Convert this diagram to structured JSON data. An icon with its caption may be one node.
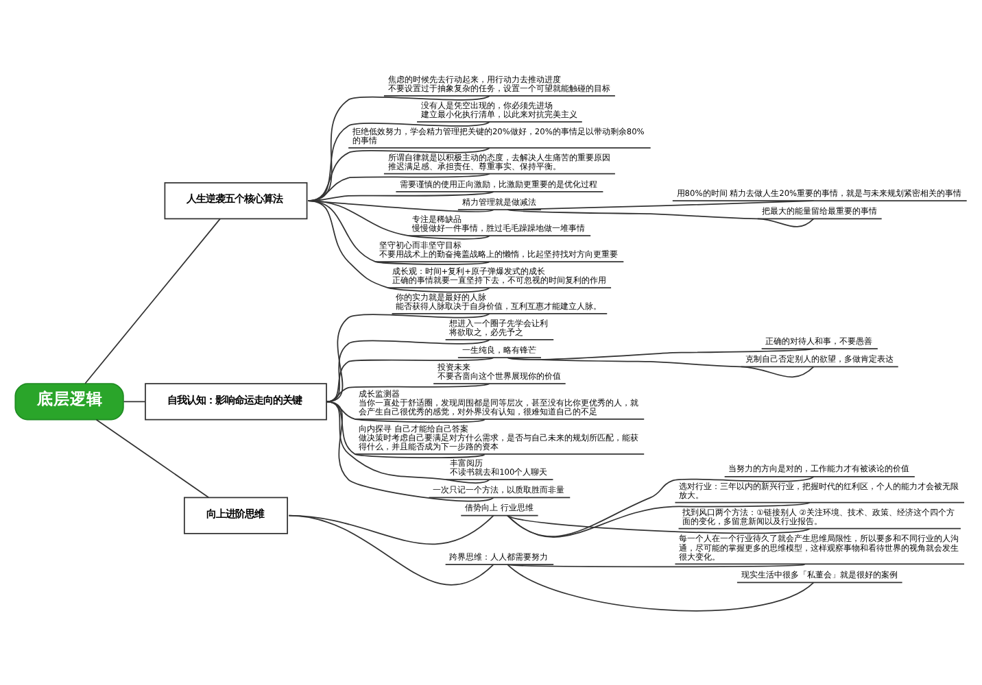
{
  "diagram": {
    "nodes": [
      {
        "text": [
          "底层逻辑"
        ]
      },
      {
        "text": [
          "人生逆袭五个核心算法"
        ]
      },
      {
        "text": [
          "焦虑的时候先去行动起来，用行动力去推动进度",
          "不要设置过于抽象复杂的任务，设置一个可望就能触碰的目标"
        ]
      },
      {
        "text": [
          "没有人是凭空出现的，你必须先进场",
          "建立最小化执行清单，以此来对抗完美主义"
        ]
      },
      {
        "text": [
          "拒绝低效努力，学会精力管理把关键的20%做好，20%的事情足以带动剩余80%的事情"
        ]
      },
      {
        "text": [
          "所谓自律就是以积极主动的态度，去解决人生痛苦的重要原因",
          "推迟满足感、承担责任、尊重事实、保持平衡。"
        ]
      },
      {
        "text": [
          "需要谨慎的使用正向激励，比激励更重要的是优化过程"
        ]
      },
      {
        "text": [
          "精力管理就是做减法"
        ]
      },
      {
        "text": [
          "用80%的时间 精力去做人生20%重要的事情，就是与未来规划紧密相关的事情"
        ]
      },
      {
        "text": [
          "把最大的能量留给最重要的事情"
        ]
      },
      {
        "text": [
          "专注是稀缺品",
          "慢慢做好一件事情，胜过毛毛躁躁地做一堆事情"
        ]
      },
      {
        "text": [
          "坚守初心而非坚守目标",
          "不要用战术上的勤奋掩盖战略上的懒惰，比起坚持找对方向更重要"
        ]
      },
      {
        "text": [
          "成长观：时间+复利+原子弹爆发式的成长",
          "正确的事情就要一直坚持下去，不可忽视的时间复利的作用"
        ]
      },
      {
        "text": [
          "自我认知：影响命运走向的关键"
        ]
      },
      {
        "text": [
          "你的实力就是最好的人脉",
          "能否获得人脉取决于自身价值，互利互惠才能建立人脉。"
        ]
      },
      {
        "text": [
          "想进入一个圈子先学会让利",
          "将欲取之，必先予之"
        ]
      },
      {
        "text": [
          "一生纯良，略有锋芒"
        ]
      },
      {
        "text": [
          "正确的对待人和事，不要愚善"
        ]
      },
      {
        "text": [
          "克制自己否定别人的欲望，多做肯定表达"
        ]
      },
      {
        "text": [
          "投资未来",
          "不要吝啬向这个世界展现你的价值"
        ]
      },
      {
        "text": [
          "成长监测器",
          "当你一直处于舒适圈，发现周围都是同等层次，甚至没有比你更优秀的人，就会产生自己很优秀的感觉，对外界没有认知，很难知道自己的不足"
        ]
      },
      {
        "text": [
          "向内探寻 自己才能给自己答案",
          "做决策时考虑自己要满足对方什么需求，是否与自己未来的规划所匹配，能获得什么，并且能否成为下一步路的资本"
        ]
      },
      {
        "text": [
          "丰富阅历",
          "不读书就去和100个人聊天"
        ]
      },
      {
        "text": [
          "一次只记一个方法，以质取胜而非量"
        ]
      },
      {
        "text": [
          "向上进阶思维"
        ]
      },
      {
        "text": [
          "借势向上 行业思维"
        ]
      },
      {
        "text": [
          "当努力的方向是对的，工作能力才有被谈论的价值"
        ]
      },
      {
        "text": [
          "选对行业：三年以内的新兴行业，把握时代的红利区，个人的能力才会被无限放大。"
        ]
      },
      {
        "text": [
          "找到风口两个方法：①链接别人 ②关注环境、技术、政策、经济这个四个方面的变化，多留意新闻以及行业报告。"
        ]
      },
      {
        "text": [
          "跨界思维：人人都需要努力"
        ]
      },
      {
        "text": [
          "每一个人在一个行业待久了就会产生思维局限性，所以要多和不同行业的人沟通，尽可能的掌握更多的思维模型，这样观察事物和看待世界的视角就会发生很大变化。"
        ]
      },
      {
        "text": [
          "现实生活中很多「私董会」就是很好的案例"
        ]
      }
    ],
    "edges": [
      {
        "from": 0,
        "to": 1,
        "arrow": "none"
      },
      {
        "from": 1,
        "to": 2,
        "arrow": "none"
      },
      {
        "from": 1,
        "to": 3,
        "arrow": "none"
      },
      {
        "from": 1,
        "to": 4,
        "arrow": "none"
      },
      {
        "from": 1,
        "to": 5,
        "arrow": "none"
      },
      {
        "from": 1,
        "to": 6,
        "arrow": "none"
      },
      {
        "from": 1,
        "to": 7,
        "arrow": "none"
      },
      {
        "from": 7,
        "to": 8,
        "arrow": "none"
      },
      {
        "from": 7,
        "to": 9,
        "arrow": "none"
      },
      {
        "from": 1,
        "to": 10,
        "arrow": "none"
      },
      {
        "from": 1,
        "to": 11,
        "arrow": "none"
      },
      {
        "from": 1,
        "to": 12,
        "arrow": "none"
      },
      {
        "from": 0,
        "to": 13,
        "arrow": "none"
      },
      {
        "from": 13,
        "to": 14,
        "arrow": "none"
      },
      {
        "from": 13,
        "to": 15,
        "arrow": "none"
      },
      {
        "from": 13,
        "to": 16,
        "arrow": "none"
      },
      {
        "from": 16,
        "to": 17,
        "arrow": "none"
      },
      {
        "from": 16,
        "to": 18,
        "arrow": "none"
      },
      {
        "from": 13,
        "to": 19,
        "arrow": "none"
      },
      {
        "from": 13,
        "to": 20,
        "arrow": "none"
      },
      {
        "from": 13,
        "to": 21,
        "arrow": "none"
      },
      {
        "from": 13,
        "to": 22,
        "arrow": "none"
      },
      {
        "from": 13,
        "to": 23,
        "arrow": "none"
      },
      {
        "from": 0,
        "to": 24,
        "arrow": "none"
      },
      {
        "from": 24,
        "to": 25,
        "arrow": "none"
      },
      {
        "from": 25,
        "to": 26,
        "arrow": "none"
      },
      {
        "from": 25,
        "to": 27,
        "arrow": "none"
      },
      {
        "from": 25,
        "to": 28,
        "arrow": "none"
      },
      {
        "from": 24,
        "to": 29,
        "arrow": "none"
      },
      {
        "from": 29,
        "to": 30,
        "arrow": "none"
      },
      {
        "from": 29,
        "to": 31,
        "arrow": "none"
      }
    ]
  }
}
